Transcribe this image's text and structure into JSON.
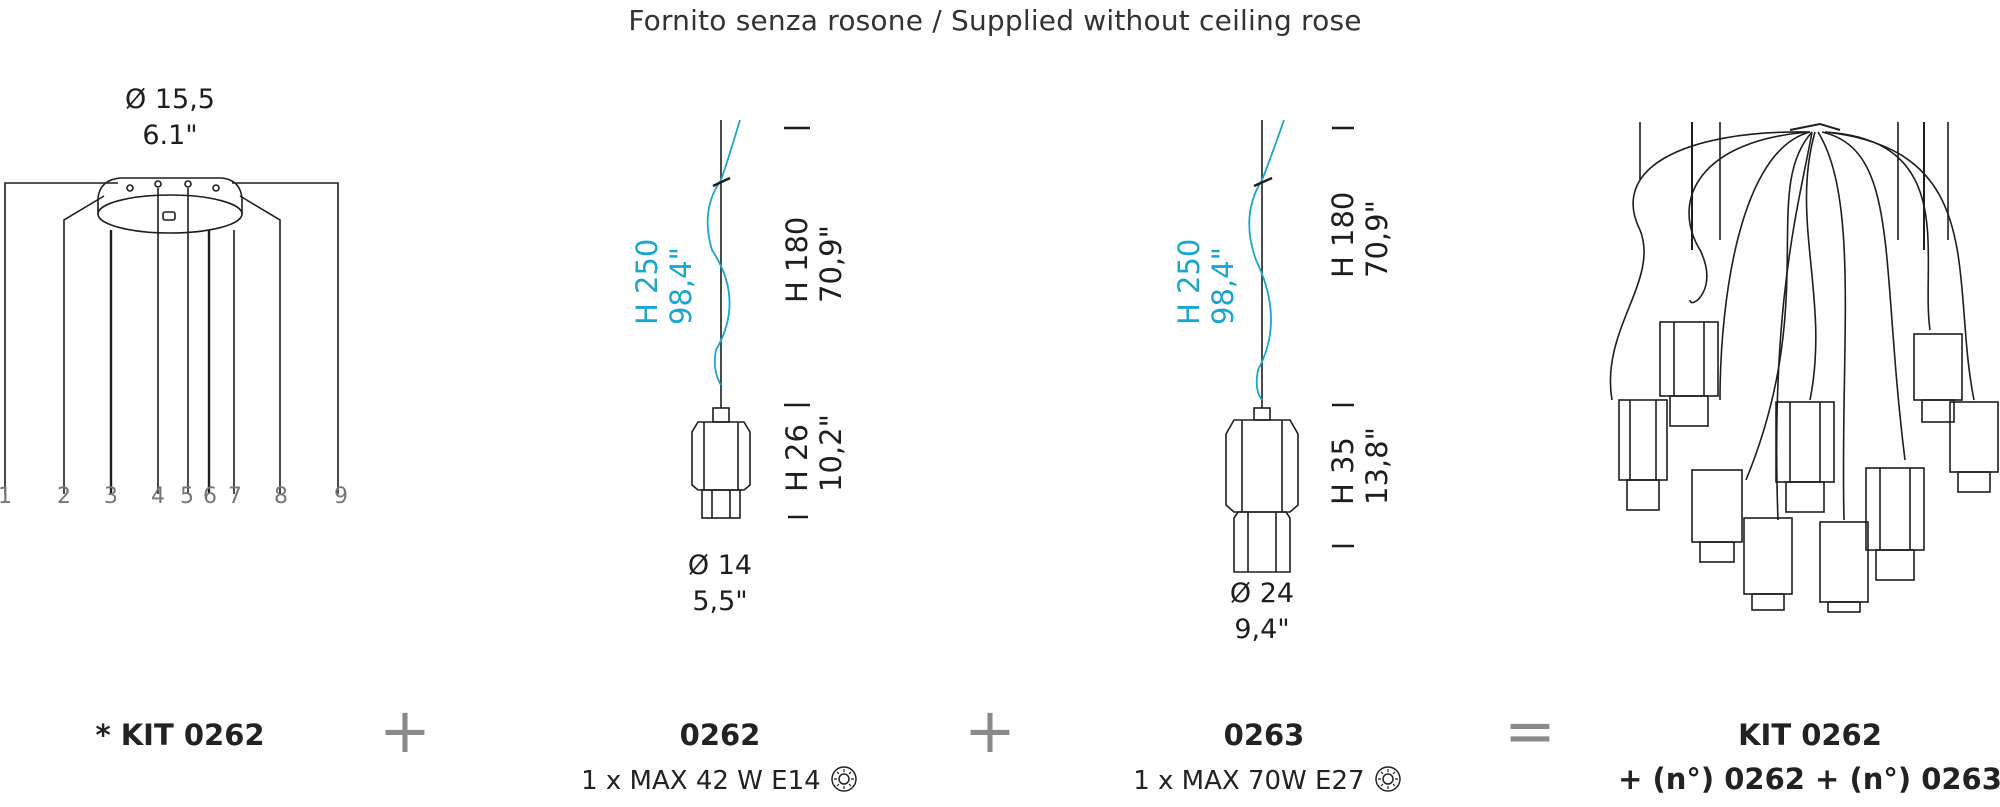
{
  "header": {
    "title": "Fornito senza rosone / Supplied without ceiling rose"
  },
  "rose": {
    "diameter_cm": "Ø 15,5",
    "diameter_in": "6.1\""
  },
  "numbers": [
    "1",
    "2",
    "3",
    "4",
    "5",
    "6",
    "7",
    "8",
    "9"
  ],
  "lamp_small": {
    "cable_h_cm": "H 250",
    "cable_h_in": "98,4\"",
    "drop_h_cm": "H 180",
    "drop_h_in": "70,9\"",
    "body_h_cm": "H 26",
    "body_h_in": "10,2\"",
    "diameter_cm": "Ø 14",
    "diameter_in": "5,5\""
  },
  "lamp_large": {
    "cable_h_cm": "H 250",
    "cable_h_in": "98,4\"",
    "drop_h_cm": "H 180",
    "drop_h_in": "70,9\"",
    "body_h_cm": "H 35",
    "body_h_in": "13,8\"",
    "diameter_cm": "Ø 24",
    "diameter_in": "9,4\""
  },
  "footer": {
    "kit": {
      "code": "* KIT 0262"
    },
    "plus1": "+",
    "item1": {
      "code": "0262",
      "spec": "1 x MAX 42 W E14"
    },
    "plus2": "+",
    "item2": {
      "code": "0263",
      "spec": "1 x MAX 70W E27"
    },
    "equals": "=",
    "result": {
      "line1": "KIT 0262",
      "line2": "+ (n°) 0262 + (n°) 0263"
    }
  },
  "colors": {
    "cable_accent": "#1aa6cf",
    "line": "#1e1e1e",
    "operator": "#8a8a8a"
  },
  "icons": {
    "dimmable": "dimmer-icon"
  }
}
